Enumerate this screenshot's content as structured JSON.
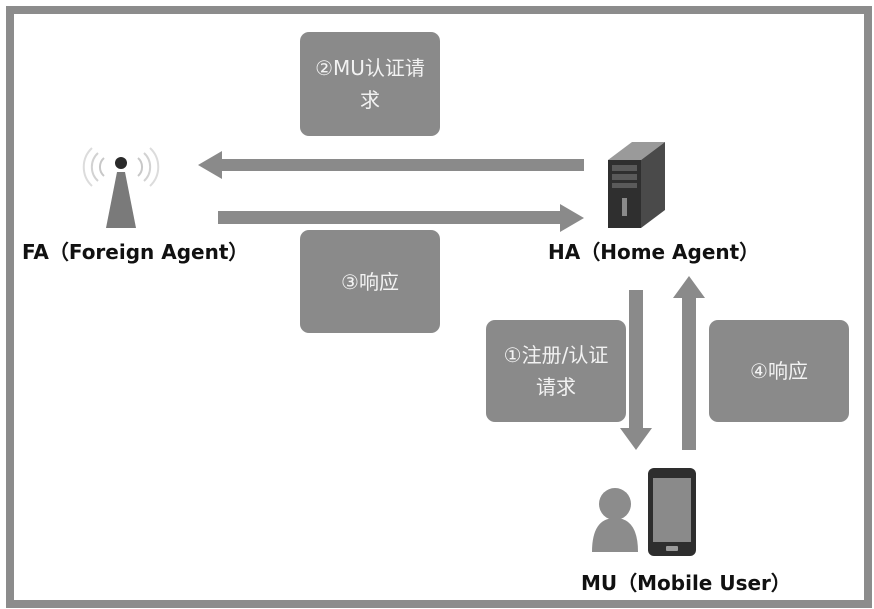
{
  "nodes": {
    "fa": {
      "label": "FA（Foreign Agent）",
      "icon": "antenna-tower-icon"
    },
    "ha": {
      "label": "HA（Home Agent）",
      "icon": "server-tower-icon"
    },
    "mu": {
      "label": "MU（Mobile User）",
      "icon": "mobile-user-icon"
    }
  },
  "messages": {
    "step1": {
      "text": "①注册/认证\n请求"
    },
    "step2": {
      "text": "②MU认证请\n求"
    },
    "step3": {
      "text": "③响应"
    },
    "step4": {
      "text": "④响应"
    }
  },
  "colors": {
    "frame": "#8c8c8c",
    "box": "#8a8a8a",
    "arrow": "#8a8a8a",
    "box_text": "#f2f2f2"
  }
}
